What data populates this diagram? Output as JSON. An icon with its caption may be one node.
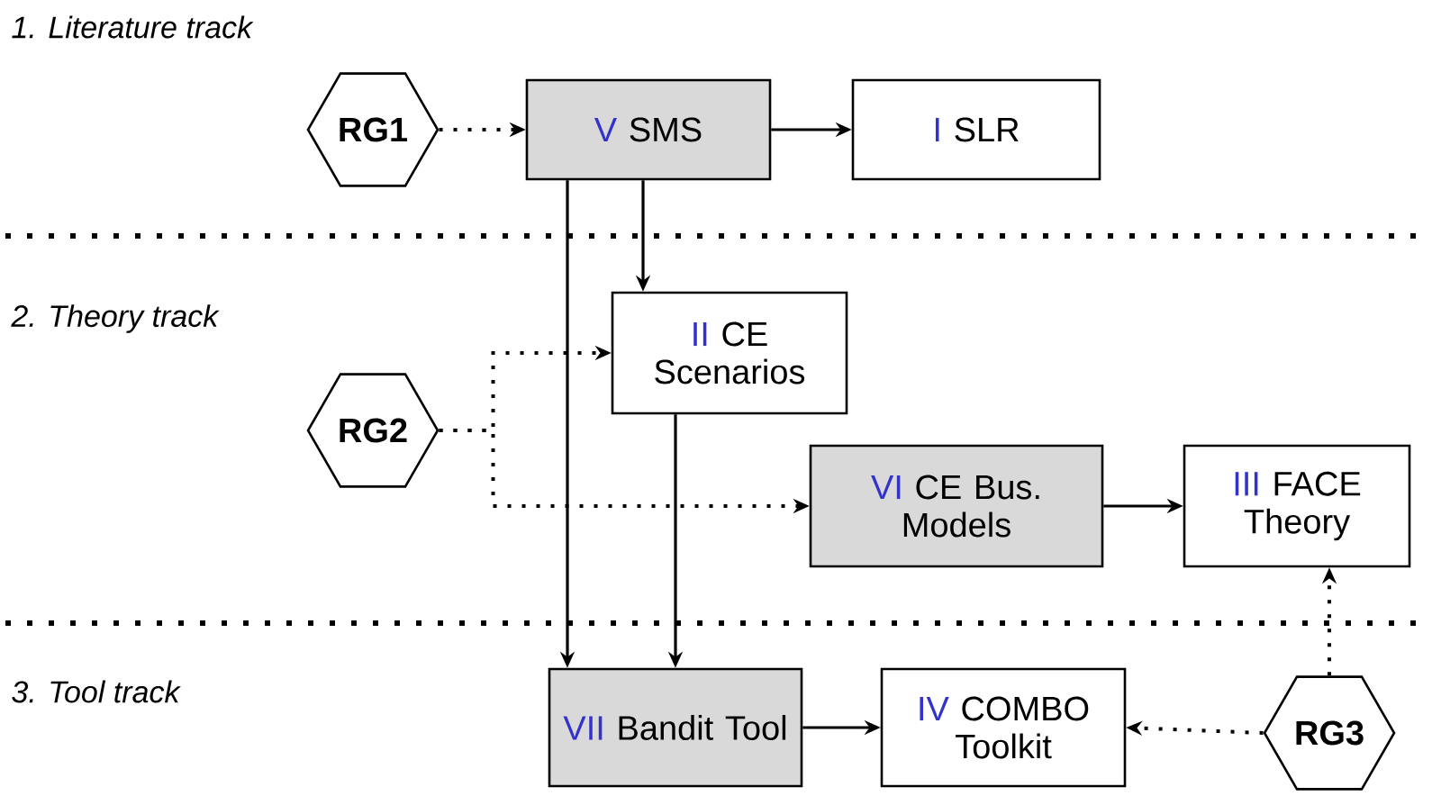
{
  "diagram": {
    "nodes": [
      {
        "text": [
          "RG1"
        ]
      },
      {
        "text": [
          "V",
          "SMS"
        ]
      },
      {
        "text": [
          "I",
          "SLR"
        ]
      },
      {
        "text": [
          "II",
          "CE Scenarios"
        ]
      },
      {
        "text": [
          "RG2"
        ]
      },
      {
        "text": [
          "VI",
          "CE Bus. Models"
        ]
      },
      {
        "text": [
          "III",
          "FACE Theory"
        ]
      },
      {
        "text": [
          "VII",
          "Bandit Tool"
        ]
      },
      {
        "text": [
          "IV",
          "COMBO Toolkit"
        ]
      },
      {
        "text": [
          "RG3"
        ]
      }
    ],
    "edges": [
      {
        "from": 0,
        "to": 1,
        "arrow": "to",
        "style": "dashed"
      },
      {
        "from": 1,
        "to": 2,
        "arrow": "to"
      },
      {
        "from": 1,
        "to": 3,
        "arrow": "to"
      },
      {
        "from": 1,
        "to": 7,
        "arrow": "to"
      },
      {
        "from": 4,
        "to": 3,
        "arrow": "to",
        "style": "dashed"
      },
      {
        "from": 4,
        "to": 5,
        "arrow": "to",
        "style": "dashed"
      },
      {
        "from": 3,
        "to": 7,
        "arrow": "to"
      },
      {
        "from": 5,
        "to": 6,
        "arrow": "to"
      },
      {
        "from": 7,
        "to": 8,
        "arrow": "to"
      },
      {
        "from": 9,
        "to": 8,
        "arrow": "to",
        "style": "dashed"
      },
      {
        "from": 9,
        "to": 6,
        "arrow": "to",
        "style": "dashed"
      }
    ],
    "labels": [
      "1. Literature track",
      "2. Theory track",
      "3. Tool track"
    ]
  }
}
